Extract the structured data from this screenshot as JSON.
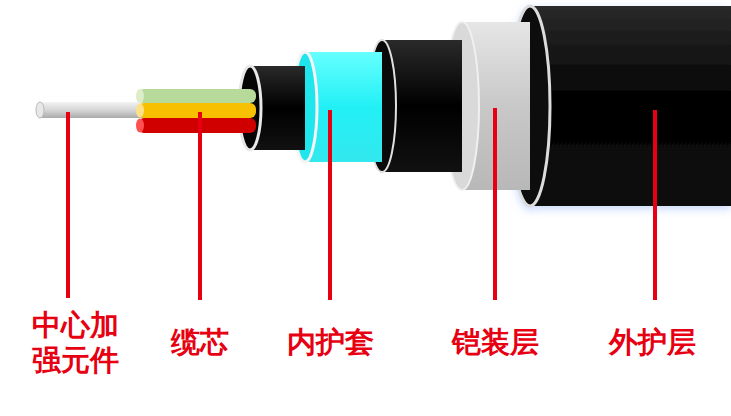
{
  "diagram": {
    "labels": [
      "中心加强元件",
      "缆芯",
      "内护套",
      "铠装层",
      "外护层"
    ]
  }
}
